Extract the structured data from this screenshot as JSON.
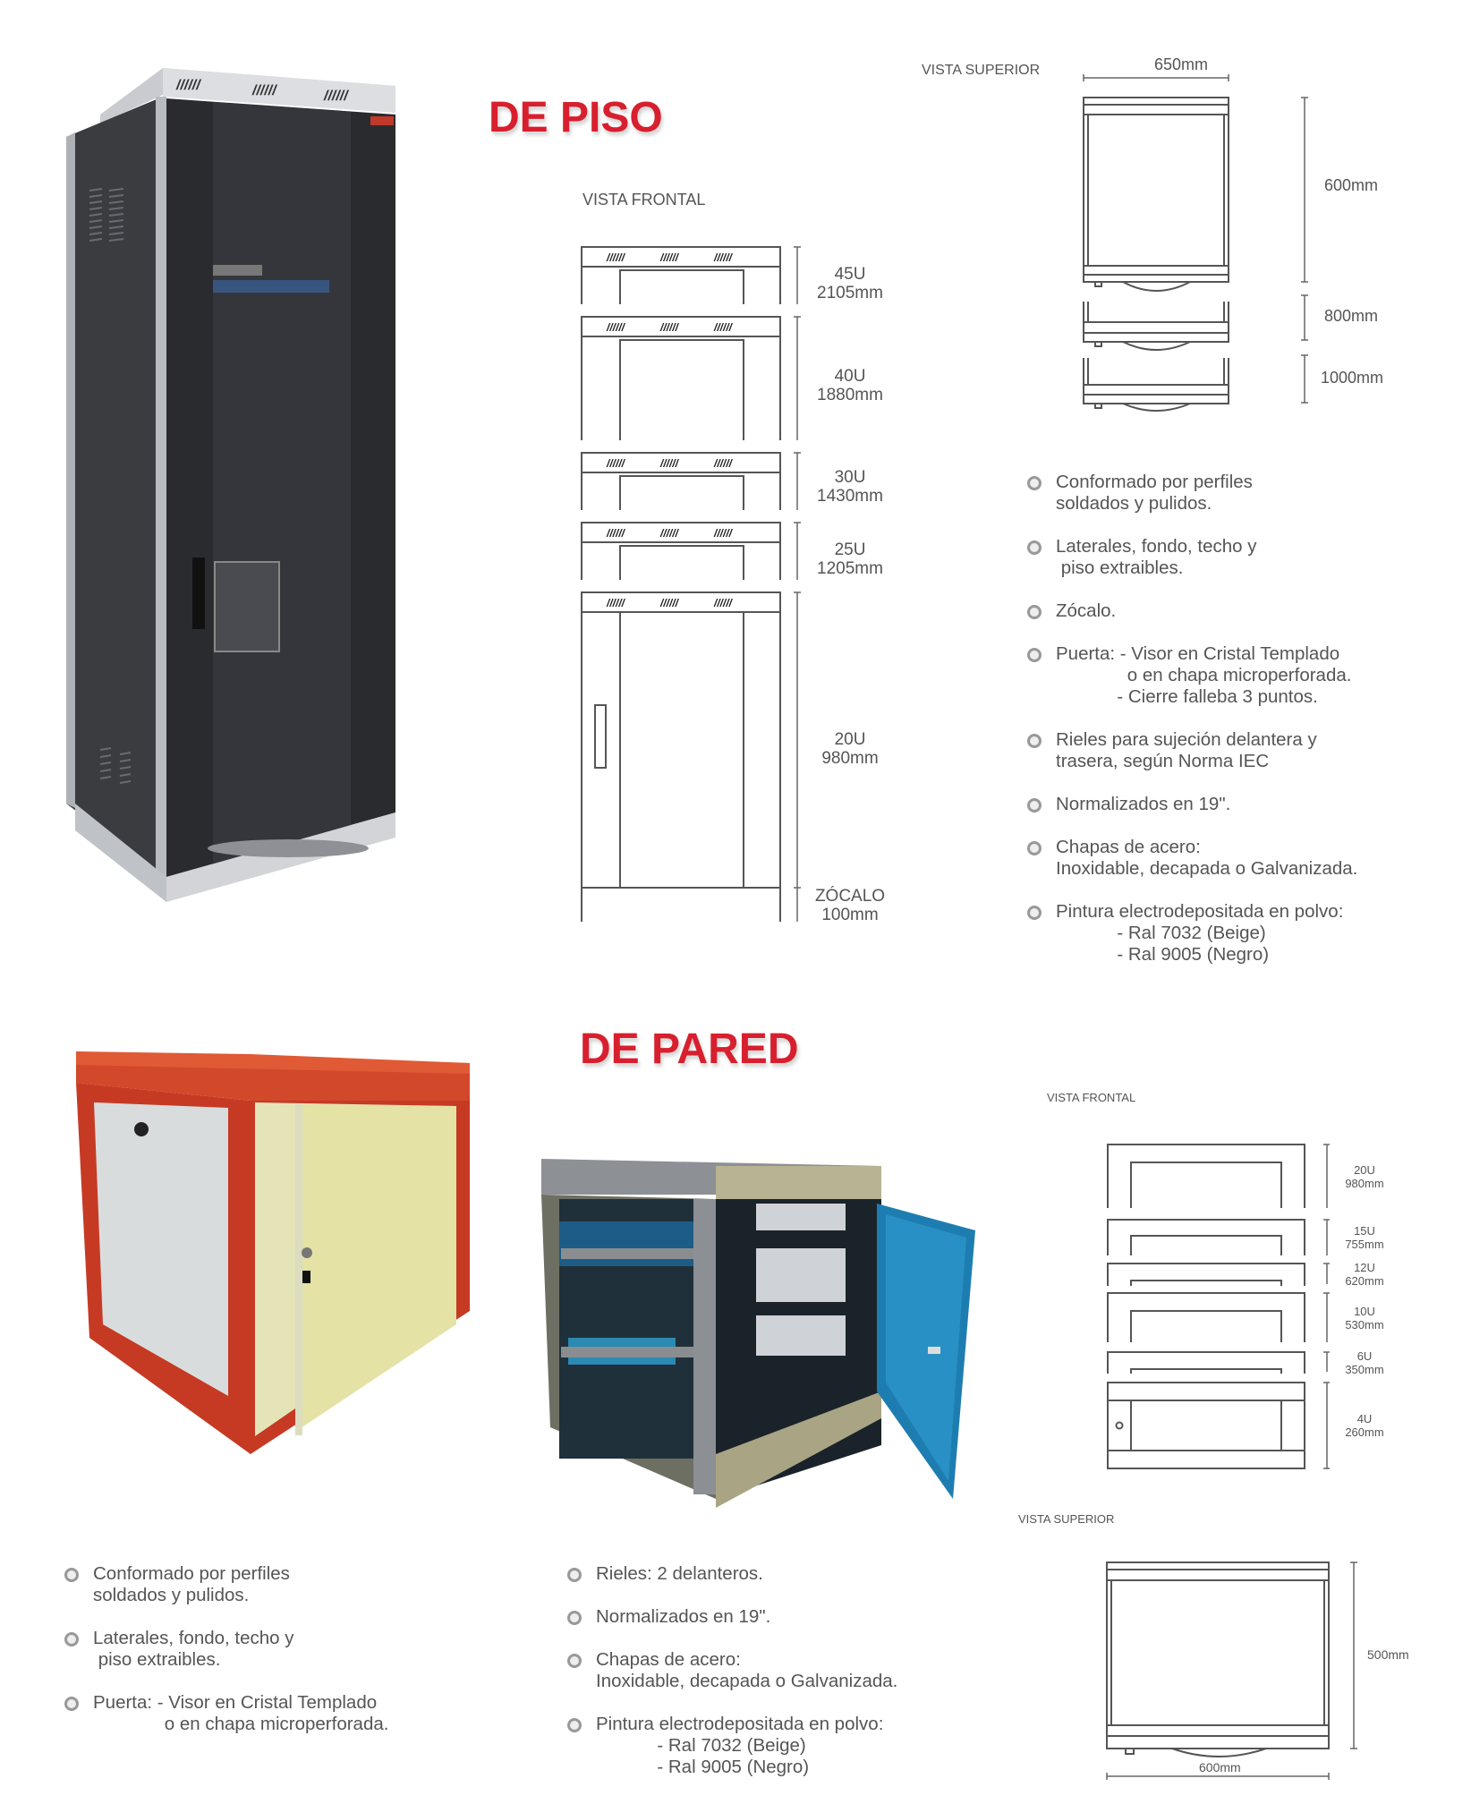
{
  "floor_section": {
    "title": "DE PISO",
    "front_view": {
      "label": "VISTA FRONTAL",
      "sizes": [
        {
          "units": "45U",
          "height": "2105mm"
        },
        {
          "units": "40U",
          "height": "1880mm"
        },
        {
          "units": "30U",
          "height": "1430mm"
        },
        {
          "units": "25U",
          "height": "1205mm"
        },
        {
          "units": "20U",
          "height": "980mm"
        }
      ],
      "base": {
        "label": "ZÓCALO",
        "height": "100mm"
      },
      "vent_glyph": "/////"
    },
    "top_view": {
      "label": "VISTA SUPERIOR",
      "width": "650mm",
      "depths": [
        "600mm",
        "800mm",
        "1000mm"
      ]
    },
    "specs": [
      "Conformado por perfiles\nsoldados y pulidos.",
      "Laterales, fondo, techo y\n piso extraibles.",
      "Zócalo.",
      "Puerta: - Visor en Cristal Templado\n              o en chapa microperforada.\n            - Cierre falleba 3 puntos.",
      "Rieles para sujeción delantera y\ntrasera, según Norma IEC",
      "Normalizados en 19\".",
      "Chapas de acero:\nInoxidable, decapada o Galvanizada.",
      "Pintura electrodepositada en polvo:\n            - Ral 7032 (Beige)\n            - Ral 9005 (Negro)"
    ],
    "photo": {
      "name": "floor-rack-cabinet-photo",
      "colors": {
        "body": "#2e2f33",
        "frame": "#b9bcc2",
        "accent": "#3a5a8c"
      }
    }
  },
  "wall_section": {
    "title": "DE PARED",
    "front_view": {
      "label": "VISTA FRONTAL",
      "sizes": [
        {
          "units": "20U",
          "height": "980mm"
        },
        {
          "units": "15U",
          "height": "755mm"
        },
        {
          "units": "12U",
          "height": "620mm"
        },
        {
          "units": "10U",
          "height": "530mm"
        },
        {
          "units": "6U",
          "height": "350mm"
        },
        {
          "units": "4U",
          "height": "260mm"
        }
      ]
    },
    "top_view": {
      "label": "VISTA SUPERIOR",
      "depth": "500mm",
      "width": "600mm"
    },
    "specs_left": [
      "Conformado por perfiles\nsoldados y pulidos.",
      "Laterales, fondo, techo y\n piso extraibles.",
      "Puerta: - Visor en Cristal Templado\n              o en chapa microperforada."
    ],
    "specs_right": [
      "Rieles: 2 delanteros.",
      "Normalizados en 19\".",
      "Chapas de acero:\nInoxidable, decapada o Galvanizada.",
      "Pintura electrodepositada en polvo:\n            - Ral 7032 (Beige)\n            - Ral 9005 (Negro)"
    ],
    "photo_red": {
      "name": "wall-rack-red-photo",
      "colors": {
        "frame": "#c8391f",
        "panel": "#d9dcdc",
        "door": "#e4e2a4"
      }
    },
    "photo_open": {
      "name": "wall-rack-open-photo",
      "colors": {
        "body": "#8e8a6e",
        "door": "#1e7db0",
        "interior": "#1b2a33"
      }
    }
  },
  "colors": {
    "title_red": "#d81f2e",
    "text_gray": "#555555",
    "line_gray": "#666666"
  }
}
